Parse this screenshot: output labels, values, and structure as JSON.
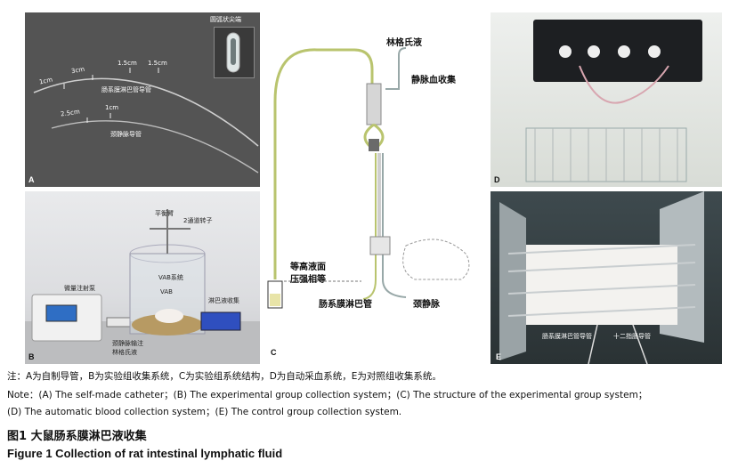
{
  "panel_a": {
    "label": "A",
    "inset_caption": "圆弧状尖端",
    "marks_intestinal": [
      "1cm",
      "3cm",
      "1.5cm",
      "1.5cm"
    ],
    "intestinal_catheter": "肠系膜淋巴管导管",
    "marks_jugular": [
      "2.5cm",
      "1cm"
    ],
    "jugular_catheter": "颈静脉导管"
  },
  "panel_b": {
    "label": "B",
    "balance_arm": "平衡臂",
    "swivel": "2通道转子",
    "syringe_pump": "微量注射泵",
    "vab_system": "VAB系统",
    "vab": "VAB",
    "lymph_collection": "淋巴液收集",
    "infusion_line1": "颈静脉输注",
    "infusion_line2": "林格氏液"
  },
  "panel_c": {
    "label": "C",
    "ringer": "林格氏液",
    "venous_blood": "静脉血收集",
    "equal_height_1": "等高液面",
    "equal_height_2": "压强相等",
    "mesenteric_lymph": "肠系膜淋巴管",
    "jugular_vein": "颈静脉"
  },
  "panel_d": {
    "label": "D"
  },
  "panel_e": {
    "label": "E",
    "catheter_1": "肠系膜淋巴管导管",
    "catheter_2": "十二指肠导管"
  },
  "notes": {
    "zh": "注：A为自制导管，B为实验组收集系统，C为实验组系统结构，D为自动采血系统，E为对照组收集系统。",
    "en_line1": "Note：(A) The self-made catheter；(B) The experimental group collection system；(C) The structure of the experimental group system；",
    "en_line2": "(D) The automatic blood collection system；(E) The control group collection system."
  },
  "figure": {
    "title_zh": "图1  大鼠肠系膜淋巴液收集",
    "title_en": "Figure 1  Collection of rat intestinal lymphatic fluid"
  },
  "colors": {
    "tube_green": "#b9c46e",
    "tube_grey": "#98a8a8",
    "bar_grey": "#cfcfcf",
    "reservoir": "#e3e3e3"
  }
}
